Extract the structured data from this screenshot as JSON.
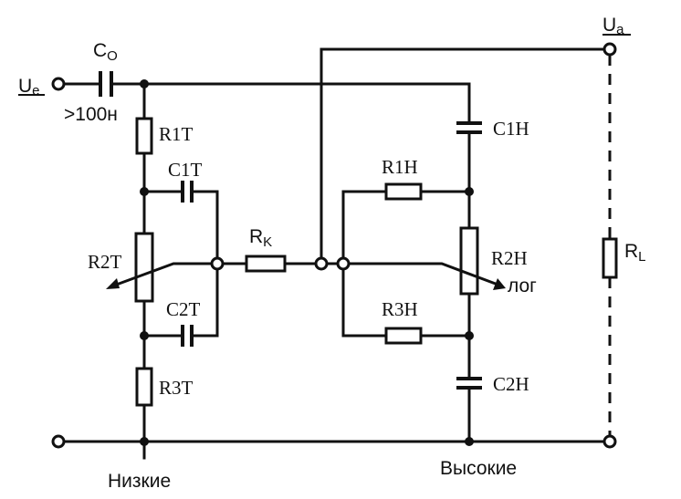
{
  "diagram": {
    "labels": {
      "input": "U",
      "input_sub": "e",
      "output": "U",
      "output_sub": "a",
      "c0": "C",
      "c0_sub": "O",
      "c0_value": ">100н",
      "r1t": "R1T",
      "c1t": "C1T",
      "r2t": "R2T",
      "c2t": "C2T",
      "r3t": "R3T",
      "rk": "R",
      "rk_sub": "K",
      "c1h": "C1H",
      "r1h": "R1H",
      "r2h": "R2H",
      "r3h": "R3H",
      "c2h": "C2H",
      "rl": "R",
      "rl_sub": "L",
      "log": "лог",
      "low": "Низкие",
      "high": "Высокие"
    }
  }
}
